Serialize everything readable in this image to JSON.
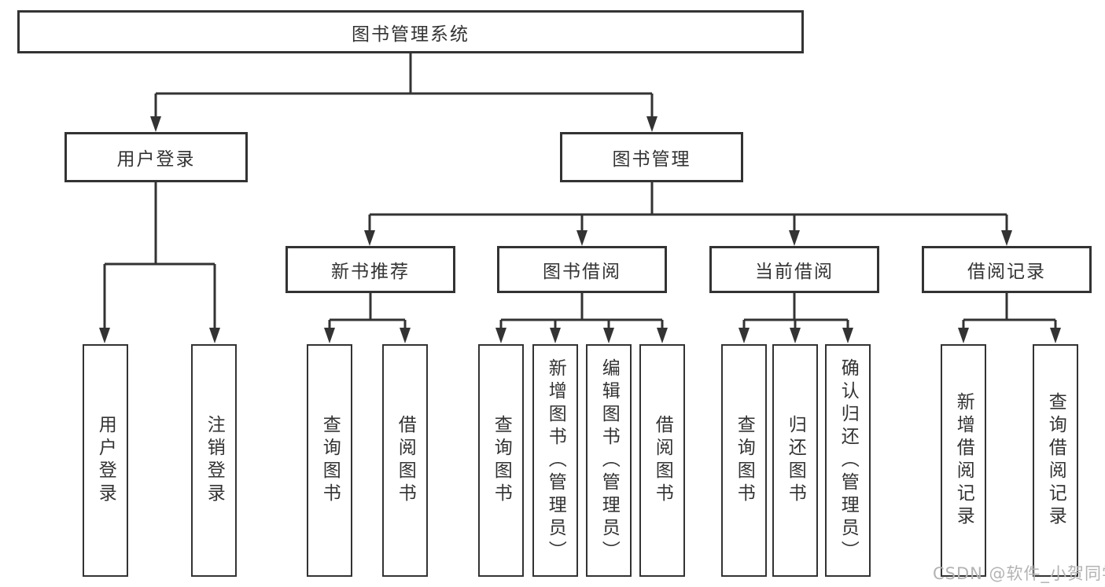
{
  "tree": {
    "root": {
      "label": "图书管理系统"
    },
    "children": [
      {
        "label": "用户登录",
        "children": [
          {
            "label": "用户登录"
          },
          {
            "label": "注销登录"
          }
        ]
      },
      {
        "label": "图书管理",
        "children": [
          {
            "label": "新书推荐",
            "children": [
              {
                "label": "查询图书"
              },
              {
                "label": "借阅图书"
              }
            ]
          },
          {
            "label": "图书借阅",
            "children": [
              {
                "label": "查询图书"
              },
              {
                "label": "新增图书（管理员）"
              },
              {
                "label": "编辑图书（管理员）"
              },
              {
                "label": "借阅图书"
              }
            ]
          },
          {
            "label": "当前借阅",
            "children": [
              {
                "label": "查询图书"
              },
              {
                "label": "归还图书"
              },
              {
                "label": "确认归还（管理员）"
              }
            ]
          },
          {
            "label": "借阅记录",
            "children": [
              {
                "label": "新增借阅记录"
              },
              {
                "label": "查询借阅记录"
              }
            ]
          }
        ]
      }
    ]
  },
  "watermark": "CSDN @软件_小贺同学",
  "colors": {
    "line": "#333333",
    "text": "#333333",
    "background": "#ffffff",
    "watermark": "#b3b3b3"
  }
}
